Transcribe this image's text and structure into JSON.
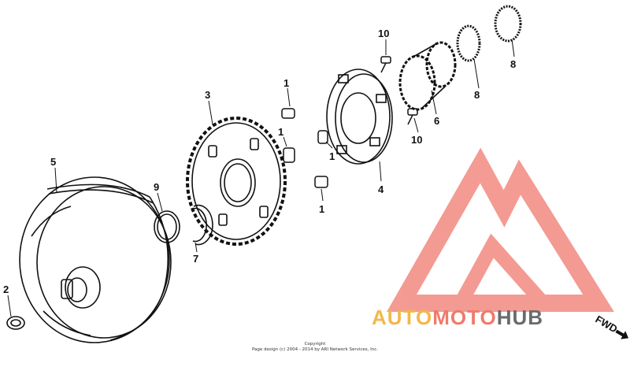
{
  "callouts": {
    "c1a": "1",
    "c1b": "1",
    "c1c": "1",
    "c1d": "1",
    "c2": "2",
    "c3": "3",
    "c4": "4",
    "c5": "5",
    "c6": "6",
    "c7": "7",
    "c8a": "8",
    "c8b": "8",
    "c9": "9",
    "c10a": "10",
    "c10b": "10"
  },
  "footer": {
    "line1": "Copyright",
    "line2": "Page design (c) 2004 - 2014 by ARI Network Services, Inc."
  },
  "watermark": {
    "part1": "AUTO",
    "part2": "MOTO",
    "part3": "HUB",
    "colors": {
      "auto": "#f2b84b",
      "moto": "#f07a6a",
      "hub": "#6b6b6b",
      "triangle": "#f28a80"
    }
  },
  "fwd_label": "FWD"
}
